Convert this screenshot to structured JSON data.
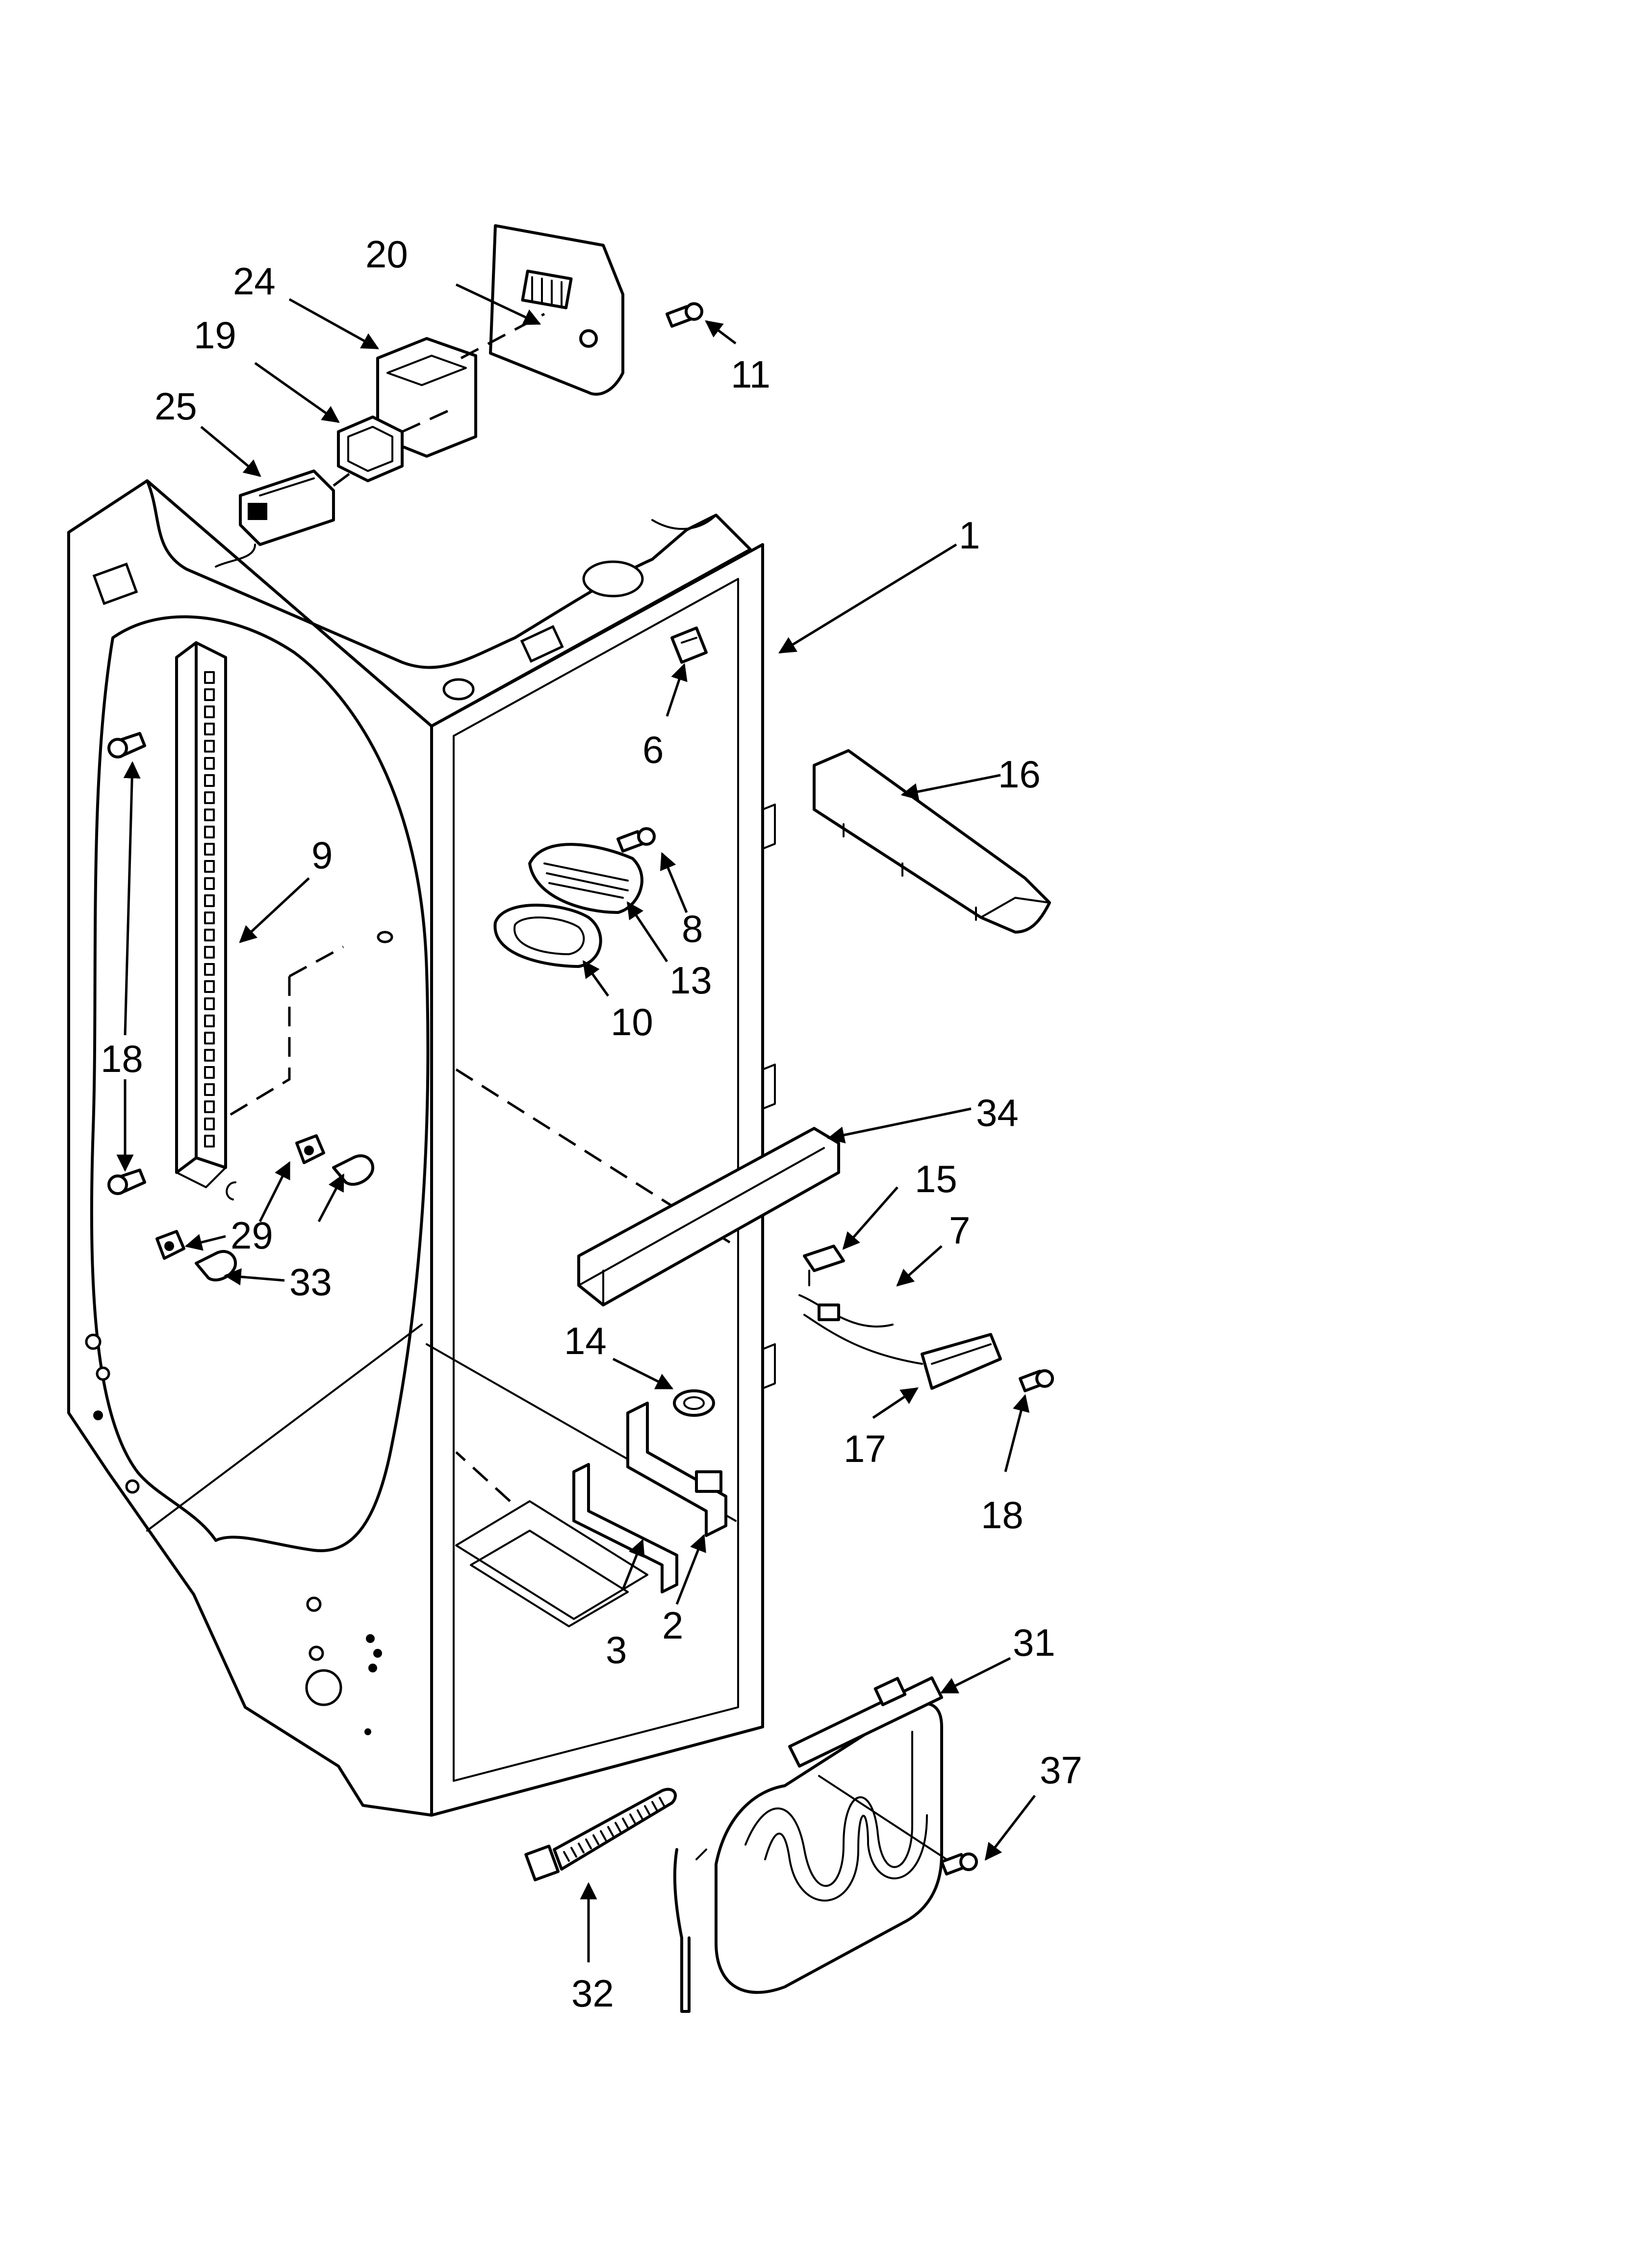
{
  "diagram": {
    "callouts": [
      "1",
      "2",
      "3",
      "6",
      "7",
      "8",
      "9",
      "10",
      "11",
      "13",
      "14",
      "15",
      "16",
      "17",
      "18",
      "18",
      "18",
      "19",
      "20",
      "24",
      "25",
      "29",
      "31",
      "32",
      "33",
      "34",
      "37"
    ],
    "colors": {
      "line": "#000000",
      "background": "#ffffff"
    }
  }
}
